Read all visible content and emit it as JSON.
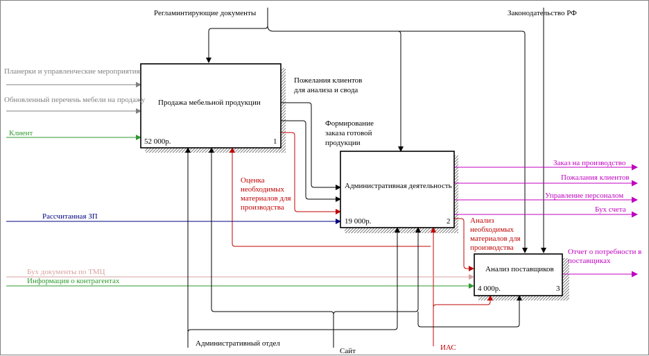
{
  "colors": {
    "black": "#000000",
    "gray": "#808080",
    "green": "#2e9a2e",
    "red": "#c00000",
    "navy": "#000080",
    "magenta": "#c000c0",
    "pink": "#d8a0a0"
  },
  "boxes": {
    "b1": {
      "title": "Продажа мебельной продукции",
      "cost": "52 000р.",
      "number": "1"
    },
    "b2": {
      "title": "Административная деятельность",
      "cost": "19 000р.",
      "number": "2"
    },
    "b3": {
      "title": "Анализ поставщиков",
      "cost": "4 000р.",
      "number": "3"
    }
  },
  "labels": {
    "reglament": "Регламинтирующие документы",
    "zakon": "Законодательство РФ",
    "planerki": "Планерки и управленческие мероприятия",
    "obnovlenny": "Обновленный перечень мебели на продажу",
    "klient": "Клиент",
    "pozhelaniya_1": "Пожелания клиентов",
    "pozhelaniya_2": "для анализа и свода",
    "formirovanie_1": "Формирование",
    "formirovanie_2": "заказа готовой",
    "formirovanie_3": "продукции",
    "ocenka_1": "Оценка",
    "ocenka_2": "необходимых",
    "ocenka_3": "материалов для",
    "ocenka_4": "производства",
    "zp": "Рассчитанная ЗП",
    "zakaz": "Заказ на производство",
    "pozh_klientov": "Пожалания клиентов",
    "upravlenie": "Управление персоналом",
    "buk_scheta": "Бух счета",
    "analiz_1": "Анализ",
    "analiz_2": "необходимых",
    "analiz_3": "материалов для",
    "analiz_4": "производства",
    "otchet_1": "Отчет о потребности в",
    "otchet_2": "поставщиках",
    "buk_tmc": "Бух документы по ТМЦ",
    "info": "Информация о контрагентах",
    "admin": "Административный отдел",
    "sayt": "Сайт",
    "ias": "ИАС"
  }
}
